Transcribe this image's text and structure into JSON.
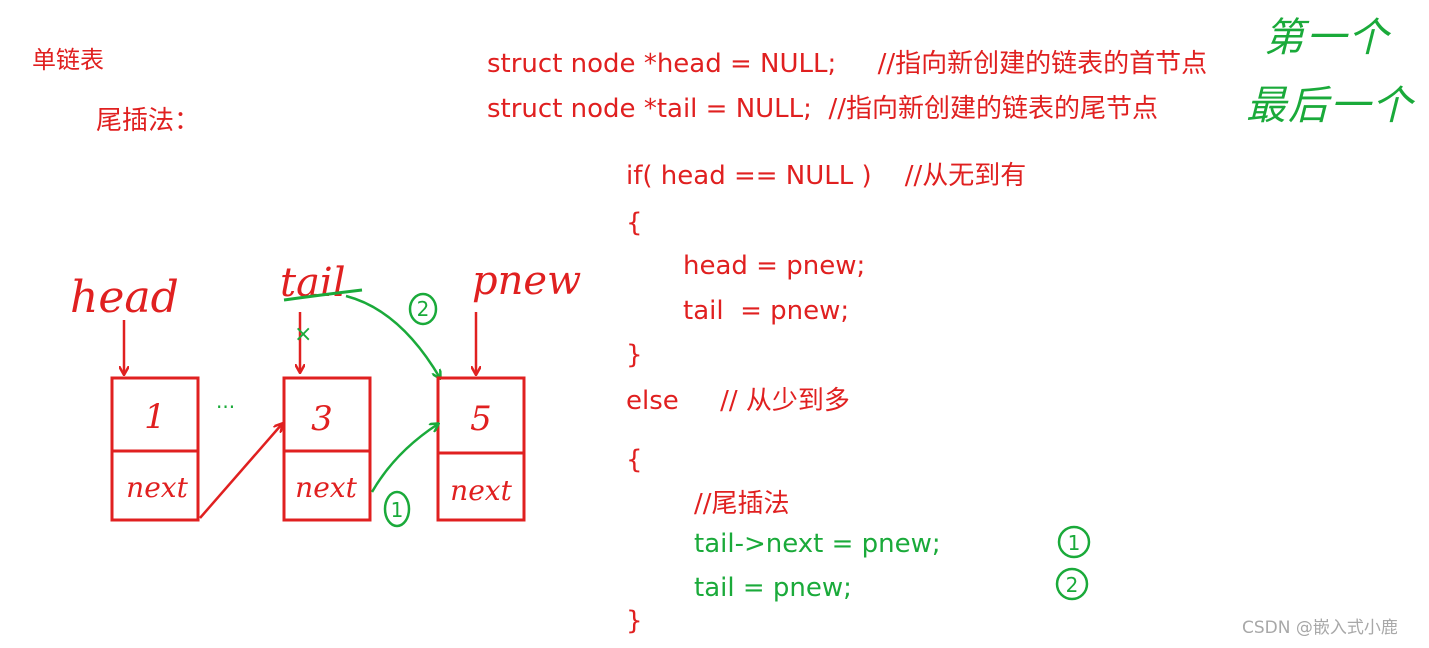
{
  "labels": {
    "title": "单链表",
    "method": "尾插法：",
    "struct_head": "struct node *head = NULL;     //指向新创建的链表的首节点",
    "struct_tail": "struct node *tail = NULL;  //指向新创建的链表的尾节点",
    "note_first": "第一个",
    "note_last": "最后一个",
    "watermark": "CSDN @嵌入式小鹿"
  },
  "code": {
    "if_line": "if( head == NULL )    //从无到有",
    "brace_open_1": "{",
    "head_assign": "head = pnew;",
    "tail_assign": "tail  = pnew;",
    "brace_close_1": "}",
    "else_line": "else     // 从少到多",
    "brace_open_2": "{",
    "comment_tail_insert": "//尾插法",
    "step1_code": "tail->next = pnew;",
    "step1_marker": "1",
    "step2_code": "tail = pnew;",
    "step2_marker": "2",
    "brace_close_2": "}"
  },
  "diagram": {
    "pointer_head": "head",
    "pointer_tail": "tail",
    "pointer_pnew": "pnew",
    "ellipsis": "...",
    "cross_mark": "×",
    "arrow_marker_1": "1",
    "arrow_marker_2": "2",
    "nodes": [
      {
        "value": "1",
        "next": "next"
      },
      {
        "value": "3",
        "next": "next"
      },
      {
        "value": "5",
        "next": "next"
      }
    ]
  },
  "colors": {
    "red": "#e02020",
    "green": "#1aaa3a"
  }
}
